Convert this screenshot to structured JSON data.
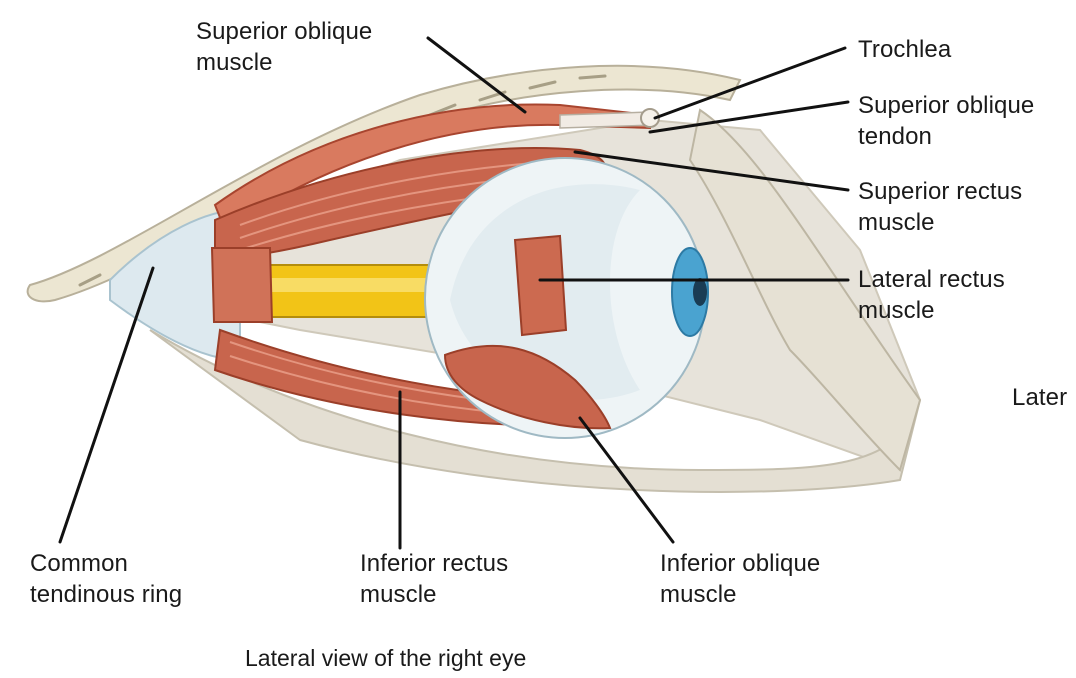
{
  "labels": {
    "superior_oblique_muscle": "Superior oblique\nmuscle",
    "trochlea": "Trochlea",
    "superior_oblique_tendon": "Superior oblique\ntendon",
    "superior_rectus_muscle": "Superior rectus\nmuscle",
    "lateral_rectus_muscle": "Lateral rectus\nmuscle",
    "lateral_cut": "Later",
    "common_tendinous_ring": "Common\ntendinous ring",
    "inferior_rectus_muscle": "Inferior rectus\nmuscle",
    "inferior_oblique_muscle": "Inferior oblique\nmuscle"
  },
  "caption": "Lateral view of the right eye",
  "colors": {
    "muscle": "#c8654d",
    "muscle_dark": "#a8452f",
    "muscle_light": "#e0917a",
    "bone": "#e9e4d6",
    "bone_edge": "#b9b3a2",
    "eyeball": "#eef4f6",
    "orbit_fat": "#dfe9ee",
    "nerve": "#f2c417",
    "iris": "#4aa3d0",
    "leader": "#111111"
  }
}
